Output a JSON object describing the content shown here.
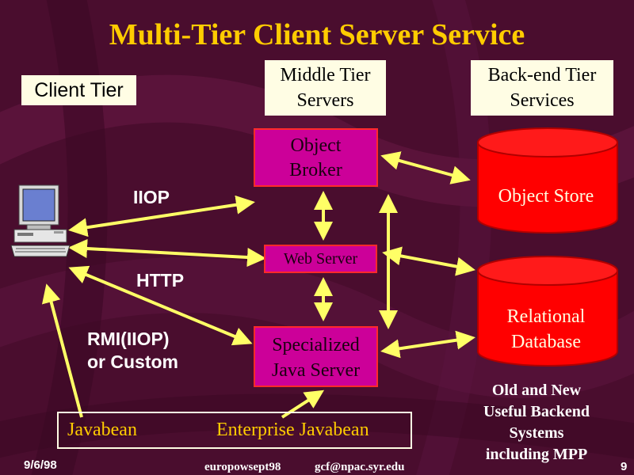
{
  "title": "Multi-Tier Client Server Service",
  "headers": {
    "client_tier": "Client Tier",
    "middle_tier_line1": "Middle Tier",
    "middle_tier_line2": "Servers",
    "backend_tier_line1": "Back-end Tier",
    "backend_tier_line2": "Services"
  },
  "middle": {
    "broker_line1": "Object",
    "broker_line2": "Broker",
    "web_server": "Web Server",
    "specialized_line1": "Specialized",
    "specialized_line2": "Java Server"
  },
  "backend": {
    "object_store": "Object Store",
    "reldb_line1": "Relational",
    "reldb_line2": "Database",
    "note_line1": "Old and New",
    "note_line2": "Useful Backend",
    "note_line3": "Systems",
    "note_line4": "including MPP"
  },
  "protocols": {
    "iiop": "IIOP",
    "http": "HTTP",
    "rmi_line1": "RMI(IIOP)",
    "rmi_line2": "or Custom"
  },
  "beans": {
    "javabean": "Javabean",
    "enterprise_javabean": "Enterprise Javabean"
  },
  "footer": {
    "date": "9/6/98",
    "code": "europowsept98",
    "email": "gcf@npac.syr.edu",
    "page": "9"
  },
  "colors": {
    "background": "#4a0d2e",
    "title": "#ffcc00",
    "arrow": "#ffff66",
    "middle_box": "#cc0099",
    "database": "#ff0000"
  }
}
